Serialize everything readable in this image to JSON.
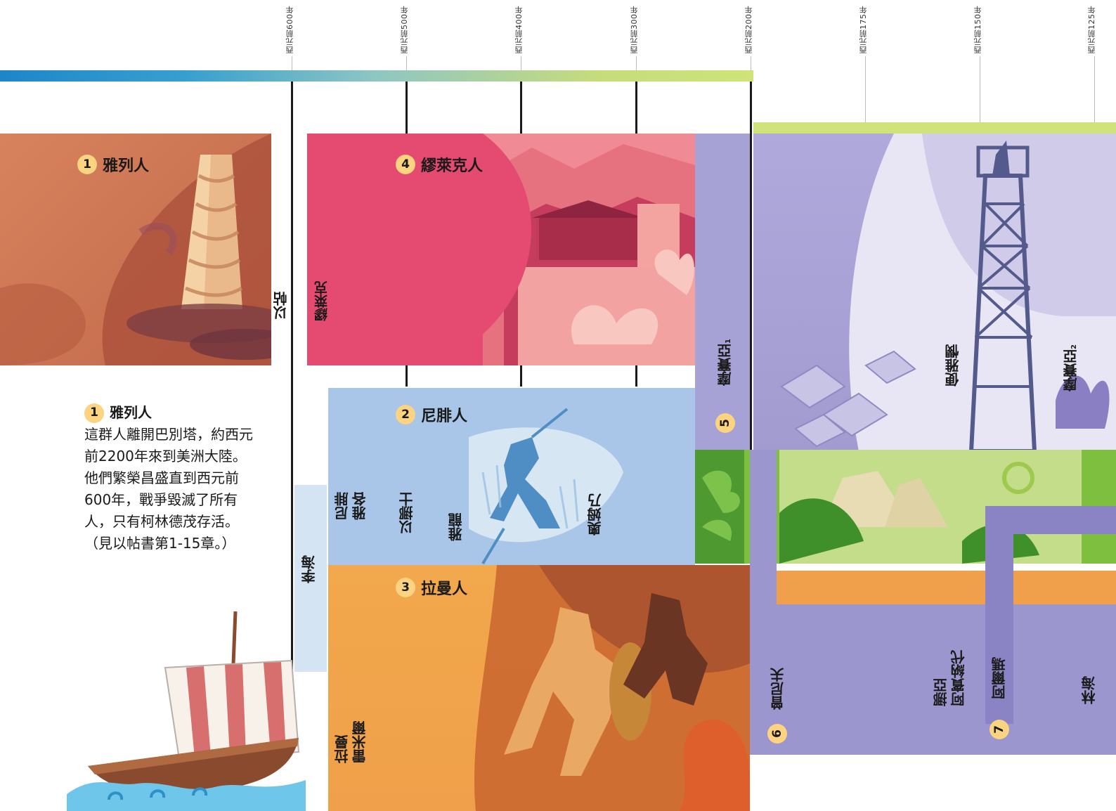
{
  "timeline": {
    "years": [
      "西元前600年",
      "西元前500年",
      "西元前400年",
      "西元前300年",
      "西元前200年",
      "西元前175年",
      "西元前150年",
      "西元前125年"
    ]
  },
  "sections": {
    "jaredites": {
      "number": "1",
      "title": "雅列人"
    },
    "mulekites": {
      "number": "4",
      "title": "繆萊克人"
    },
    "nephites": {
      "number": "2",
      "title": "尼腓人"
    },
    "lamanites": {
      "number": "3",
      "title": "拉曼人"
    }
  },
  "vertical_labels": {
    "ether": "以帖",
    "mulek": "繆萊克",
    "lehi": "李海",
    "nephi_jacob": "尼腓\n雅各",
    "enos": "以挪士",
    "jarom": "雅龍",
    "omni": "奧姆乃",
    "laman_lemuel": "拉曼\n雷米爾",
    "mosiah1": "摩賽亞",
    "mosiah1_sub": "1",
    "mosiah1_num": "5",
    "benjamin": "便雅憫",
    "mosiah2": "摩賽亞",
    "mosiah2_sub": "2",
    "zeniff": "曾尼夫",
    "zeniff_num": "6",
    "noah_abinadi": "挪亞\n阿賓納代",
    "alma": "阿爾瑪",
    "alma_num": "7",
    "limhi": "林海"
  },
  "jaredite_desc": {
    "number": "1",
    "title": "雅列人",
    "body": "這群人離開巴別塔，約西元前2200年來到美洲大陸。他們繁榮昌盛直到西元前600年，戰爭毀滅了所有人，只有柯林德茂存活。（見以帖書第1-15章。）"
  },
  "colors": {
    "jaredite": "#d4764f",
    "mulekite": "#e54a70",
    "nephite": "#a9c6e8",
    "lamanite": "#f2a24a",
    "mosiah_purple": "#a7a2d6",
    "green": "#5aa53a",
    "badge": "#fcd380"
  }
}
